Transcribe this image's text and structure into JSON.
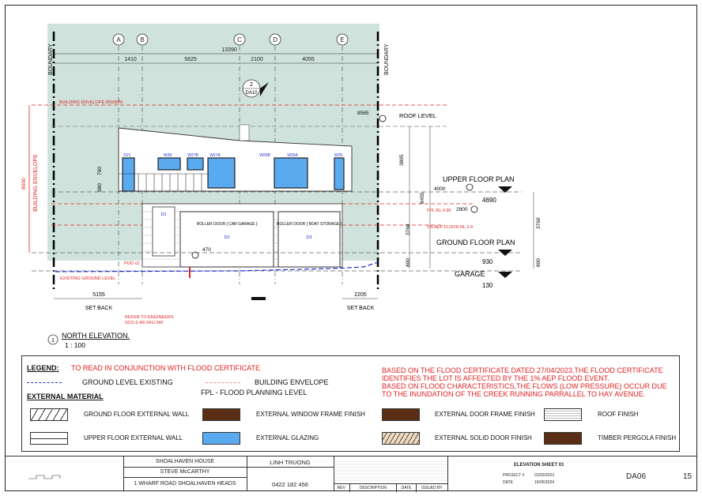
{
  "grid": {
    "labels": [
      "A",
      "B",
      "C",
      "D",
      "E"
    ],
    "dims": [
      "1410",
      "5825",
      "2100",
      "4055"
    ],
    "overall": "13390"
  },
  "drawing": {
    "boundary_left": "BOUNDARY",
    "boundary_right": "BOUNDARY",
    "section_num": "2",
    "section_ref": "DA10",
    "building_envelope_8500": "BUILDING ENVELOPE 8500MM",
    "building_envelope_vertical": "BUILDING ENVELOPE",
    "dim_8500": "8500",
    "roof_level": "ROOF LEVEL",
    "dim_8585": "8585",
    "windows": [
      "D21",
      "W28",
      "W27B",
      "W27A",
      "W26B",
      "W26A",
      "W25"
    ],
    "dim_790": "790",
    "dim_980": "980",
    "upper_floor_plan": "UPPER FLOOR PLAN",
    "upper_4000": "4000",
    "upper_4690": "4690",
    "dim_3895": "3895",
    "dim_8455": "8455",
    "fpl": "FPL RL 4.90",
    "dim_2900": "2900",
    "dim_3760a": "3760",
    "dim_3760b": "3760",
    "aep": "1% AEP FLOOD RL 2.9",
    "d1": "D1",
    "roller1": "ROLLER DOOR [ CAR GARAGE ]",
    "d2": "D2",
    "roller2": "ROLLER DOOR [ BOAT STORAGE ]",
    "d3": "D3",
    "dim_470": "470",
    "ground_floor_plan": "GROUND FLOOR PLAN",
    "ground_930": "930",
    "dim_800a": "800",
    "dim_800b": "800",
    "garage": "GARAGE",
    "garage_130": "130",
    "pod": "POD x2",
    "existing_ground": "EXISTING GROUND LEVEL",
    "dim_5155": "5155",
    "dim_2205": "2205",
    "setback_left": "SET BACK",
    "setback_right": "SET BACK",
    "engineers": "REFER TO ENGINEERS",
    "engineers_ref": "SCO.0.40/.041/.042",
    "title_num": "1",
    "title": "NORTH ELEVATION.",
    "scale": "1 : 100"
  },
  "legend": {
    "heading": "LEGEND:",
    "note": "TO READ IN CONJUNCTION WITH FLOOD CERTIFICATE",
    "ground_level": "GROUND LEVEL EXISTING",
    "building_envelope": "BUILDING ENVELOPE",
    "fpl": "FPL - FLOOD PLANNING LEVEL",
    "external_material": "EXTERNAL MATERIAL",
    "flood_note_1": "BASED ON THE FLOOD CERTIFICATE DATED 27/04/2023,THE FLOOD CERTIFICATE",
    "flood_note_2": "IDENTIFIES THE LOT IS AFFECTED BY THE 1% AEP FLOOD EVENT.",
    "flood_note_3": "BASED ON FLOOD CHARACTERISTICS,THE FLOWS (LOW PRESSURE) OCCUR DUE",
    "flood_note_4": "TO THE INUNDATION OF THE CREEK RUNNING PARRALLEL TO HAY AVENUE.",
    "materials": [
      "GROUND FLOOR EXTERNAL WALL",
      "EXTERNAL WINDOW FRAME FINISH",
      "EXTERNAL DOOR FRAME FINISH",
      "ROOF FINISH",
      "UPPER FLOOR EXTERNAL WALL",
      "EXTERNAL GLAZING",
      "EXTERNAL SOLID DOOR FINISH",
      "TIMBER PERGOLA FINISH"
    ],
    "colors": {
      "brown": "#5a2e14",
      "glazing": "#5aaaf0",
      "red": "#e02020",
      "blue": "#2030d0"
    }
  },
  "titleblock": {
    "project": "SHOALHAVEN HOUSE",
    "client": "STEVE McCARTHY",
    "address": "1 WHARF ROAD SHOALHAVEN HEADS",
    "designer": "LINH TRUONG",
    "phone": "0422 182 456",
    "rev_headers": [
      "REV",
      "DESCRIPTION",
      "DATE",
      "ISSUED BY"
    ],
    "sheet_title": "ELEVATION SHEET 01",
    "project_label": "PROJECT #",
    "project_no": "01/02/2023",
    "date_label": "DATE",
    "date": "16/06/2024",
    "drawing_no": "DA06",
    "page": "15"
  }
}
